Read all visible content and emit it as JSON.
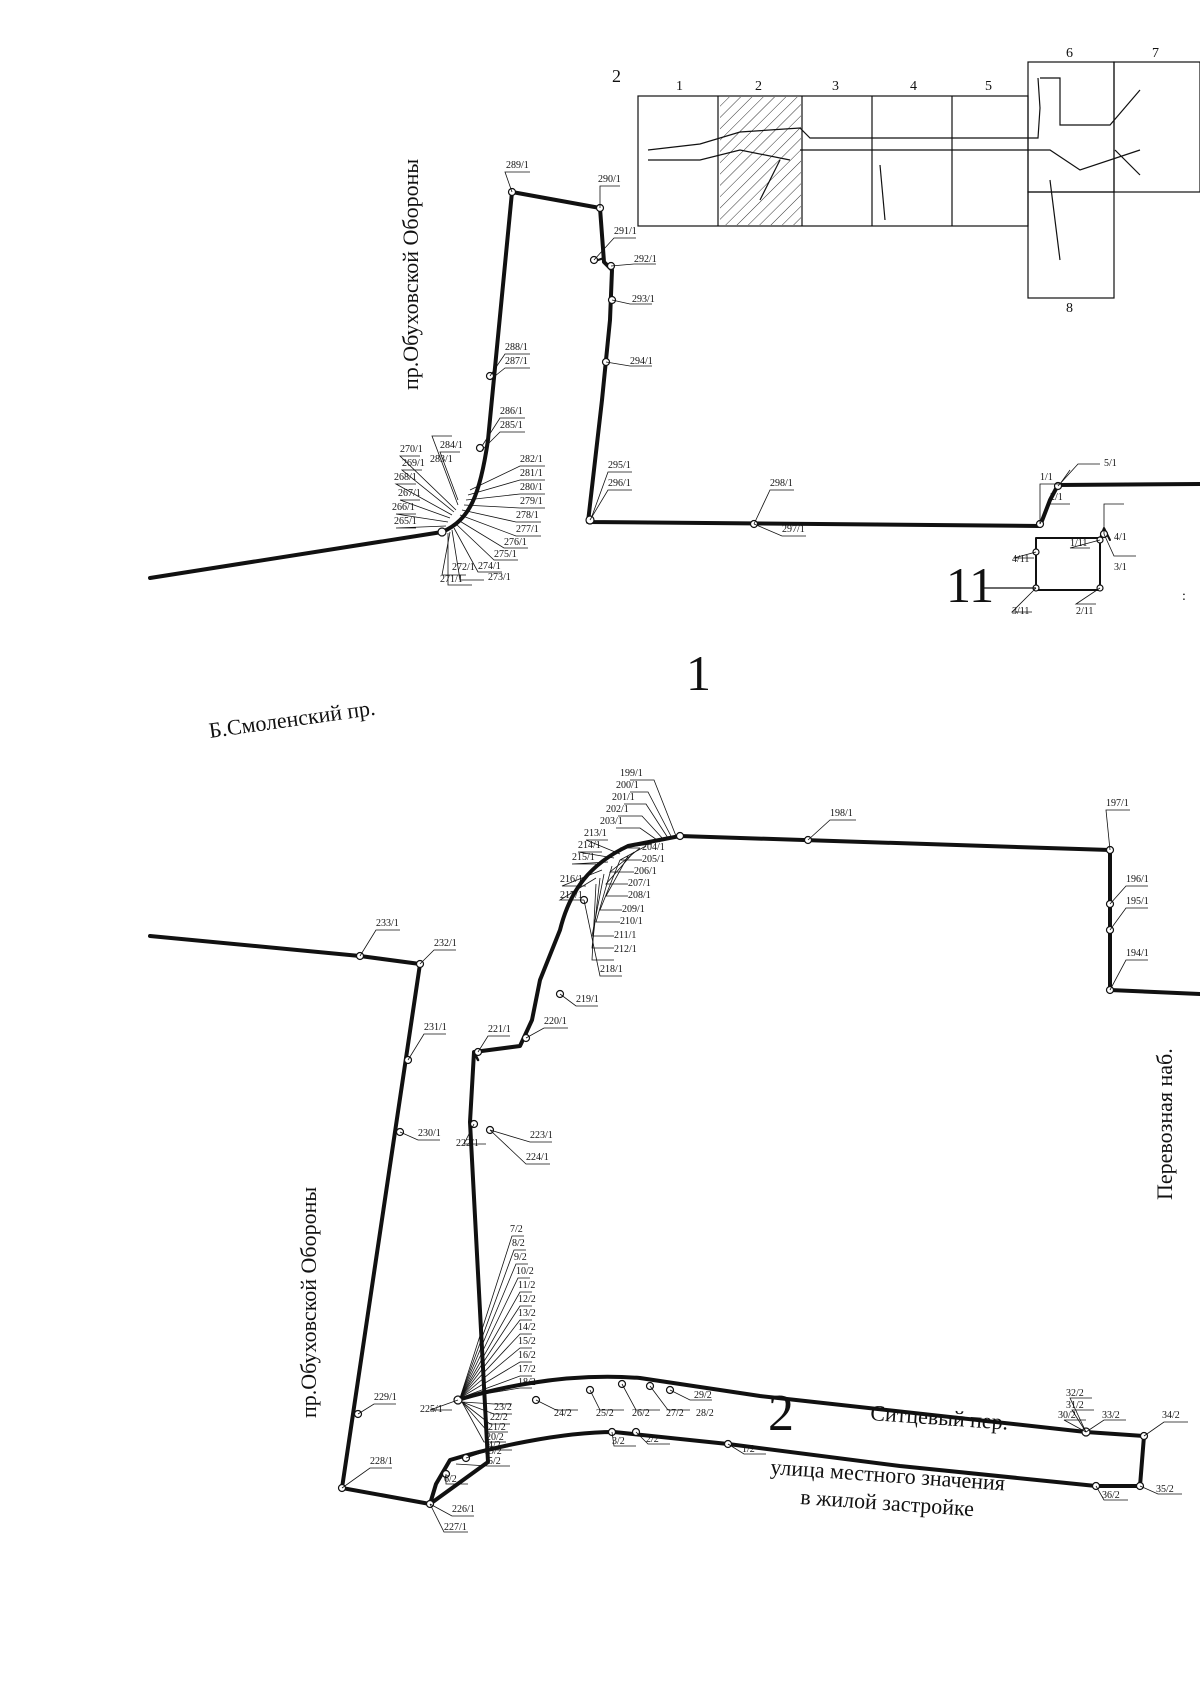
{
  "streets": {
    "obukhov_top": "пр.Обуховской Обороны",
    "smolensky": "Б.Смоленский пр.",
    "obukhov_bottom": "пр.Обуховской Обороны",
    "perevoznaya": "Перевозная наб.",
    "sittsevy": "Ситцевый пер.",
    "local_line1": "улица местного значения",
    "local_line2": "в жилой застройке"
  },
  "section_labels": {
    "one": "1",
    "two": "2",
    "eleven": "11"
  },
  "key_plan": {
    "label": "2",
    "cells": [
      "1",
      "2",
      "3",
      "4",
      "5",
      "6",
      "7",
      "8"
    ]
  },
  "upper_points": {
    "p289": "289/1",
    "p290": "290/1",
    "p291": "291/1",
    "p292": "292/1",
    "p293": "293/1",
    "p294": "294/1",
    "p295": "295/1",
    "p296": "296/1",
    "p298": "298/1",
    "p297": "297/1",
    "p288": "288/1",
    "p287": "287/1",
    "p286": "286/1",
    "p285": "285/1",
    "p284": "284/1",
    "p283": "283/1",
    "p270": "270/1",
    "p269": "269/1",
    "p268": "268/1",
    "p267": "267/1",
    "p266": "266/1",
    "p265": "265/1",
    "p282": "282/1",
    "p281": "281/1",
    "p280": "280/1",
    "p279": "279/1",
    "p278": "278/1",
    "p277": "277/1",
    "p276": "276/1",
    "p275": "275/1",
    "p274": "274/1",
    "p273": "273/1",
    "p272": "272/1",
    "p271": "271/1",
    "p1_1": "1/1",
    "p2_1": "2/1",
    "p3_1": "3/1",
    "p4_1": "4/1",
    "p5_1": "5/1",
    "p1_11": "1/11",
    "p2_11": "2/11",
    "p3_11": "3/11",
    "p4_11": "4/11"
  },
  "lower_points": {
    "p199": "199/1",
    "p200": "200/1",
    "p201": "201/1",
    "p202": "202/1",
    "p203": "203/1",
    "p204": "204/1",
    "p205": "205/1",
    "p206": "206/1",
    "p207": "207/1",
    "p208": "208/1",
    "p209": "209/1",
    "p210": "210/1",
    "p211": "211/1",
    "p212": "212/1",
    "p213": "213/1",
    "p214": "214/1",
    "p215": "215/1",
    "p216": "216/1",
    "p217": "217/1",
    "p218": "218/1",
    "p219": "219/1",
    "p220": "220/1",
    "p221": "221/1",
    "p222": "222/1",
    "p223": "223/1",
    "p224": "224/1",
    "p198": "198/1",
    "p197": "197/1",
    "p196": "196/1",
    "p195": "195/1",
    "p194": "194/1",
    "p233": "233/1",
    "p232": "232/1",
    "p231": "231/1",
    "p230": "230/1",
    "p229": "229/1",
    "p228": "228/1",
    "p225": "225/1",
    "p226": "226/1",
    "p227": "227/1",
    "q7": "7/2",
    "q8": "8/2",
    "q9": "9/2",
    "q10": "10/2",
    "q11": "11/2",
    "q12": "12/2",
    "q13": "13/2",
    "q14": "14/2",
    "q15": "15/2",
    "q16": "16/2",
    "q17": "17/2",
    "q18": "18/2",
    "q19": "19/2",
    "q20": "20/2",
    "q21": "21/2",
    "q22": "22/2",
    "q23": "23/2",
    "q24": "24/2",
    "q25": "25/2",
    "q26": "26/2",
    "q27": "27/2",
    "q28": "28/2",
    "q29": "29/2",
    "q30": "30/2",
    "q31": "31/2",
    "q32": "32/2",
    "q33": "33/2",
    "q34": "34/2",
    "q35": "35/2",
    "q36": "36/2",
    "q1": "1/2",
    "q2": "2/2",
    "q3": "3/2",
    "q4": "4/2",
    "q5": "5/2",
    "q6": "6/2"
  }
}
